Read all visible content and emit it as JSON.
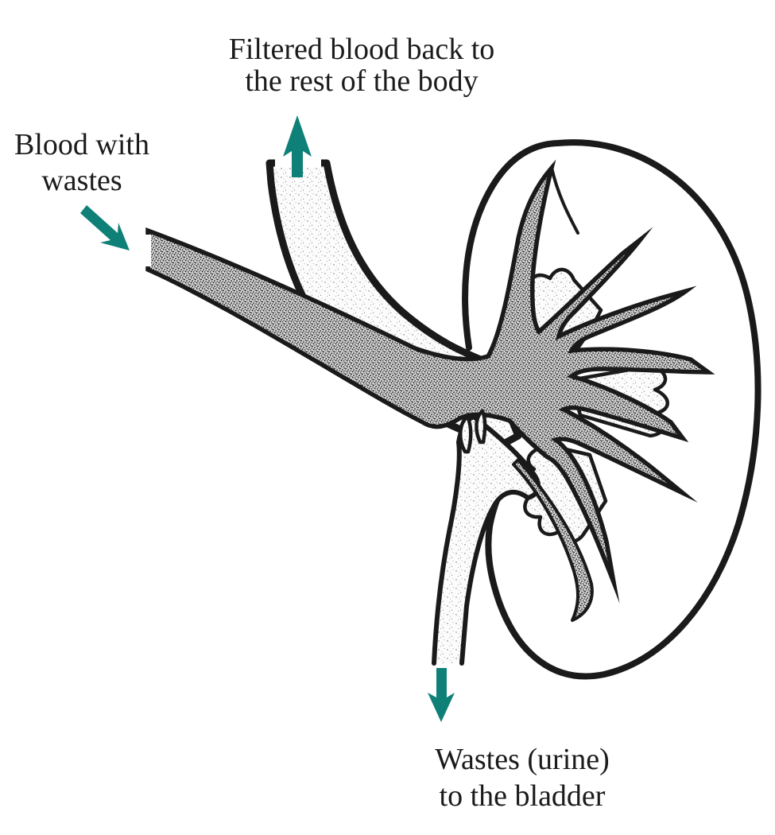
{
  "diagram": {
    "background_color": "#ffffff",
    "ink_color": "#1a1a1a",
    "arrow_color": "#0e8077",
    "labels": {
      "filtered": {
        "line1": "Filtered blood back to",
        "line2": "the rest of the body"
      },
      "blood": {
        "line1": "Blood with",
        "line2": "wastes"
      },
      "wastes": {
        "line1": "Wastes (urine)",
        "line2": "to the bladder"
      }
    },
    "arrows": [
      {
        "name": "filtered-blood-arrow",
        "direction": "up"
      },
      {
        "name": "blood-with-wastes-arrow",
        "direction": "down-right"
      },
      {
        "name": "urine-to-bladder-arrow",
        "direction": "down"
      }
    ]
  }
}
